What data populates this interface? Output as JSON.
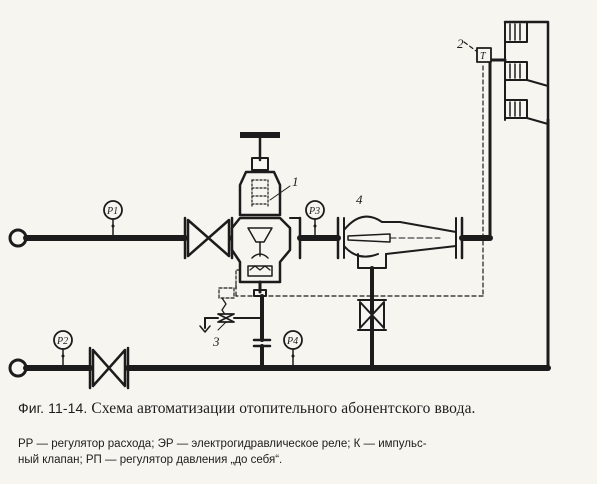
{
  "labels": {
    "thermo_relay_number": "2",
    "regulator_number": "1",
    "valve_number": "3",
    "elevator_number": "4"
  },
  "gauges": [
    {
      "id": "p1",
      "text": "P1"
    },
    {
      "id": "p2",
      "text": "P2"
    },
    {
      "id": "p3",
      "text": "P3"
    },
    {
      "id": "p4",
      "text": "P4"
    }
  ],
  "thermo_box_letter": "T",
  "caption": {
    "figure_number": "Фиг. 11-14.",
    "title": "Схема автоматизации отопительного абонентского ввода."
  },
  "legend": {
    "line1": "РР — регулятор расхода; ЭР — электрогидравлическое реле; К — импульс-",
    "line2": "ный клапан; РП — регулятор давления „до себя“."
  }
}
